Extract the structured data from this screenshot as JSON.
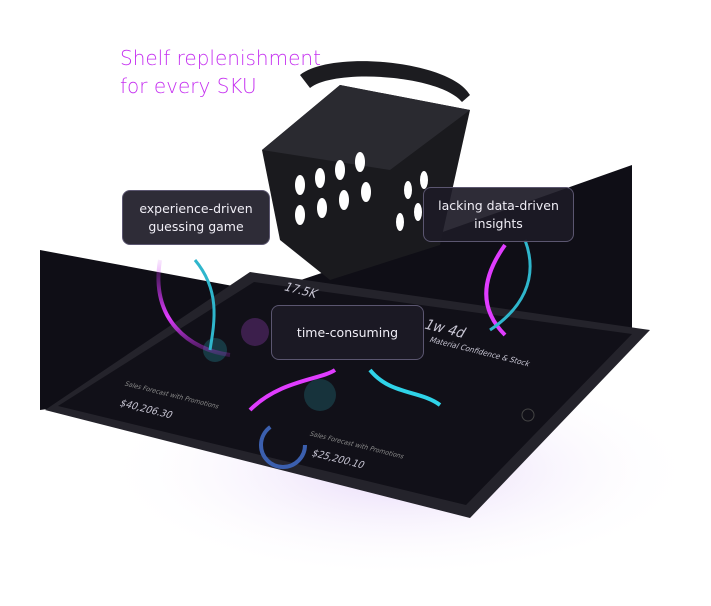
{
  "headline": {
    "line1": "Shelf replenishment",
    "line2": "for every SKU"
  },
  "bubbles": {
    "left": "experience-driven guessing game",
    "right": "lacking data-driven insights",
    "center": "time-consuming"
  },
  "tablet": {
    "metric_a": "17.5K",
    "metric_b": "1w 4d",
    "section": "Material Confidence & Stock",
    "forecast_label": "Sales Forecast with Promotions",
    "forecast_a": "$40,206.30",
    "forecast_b": "$25,200.10"
  },
  "colors": {
    "accent": "#c52ff0",
    "cyan": "#2fd3e8",
    "panel": "#14131c"
  }
}
